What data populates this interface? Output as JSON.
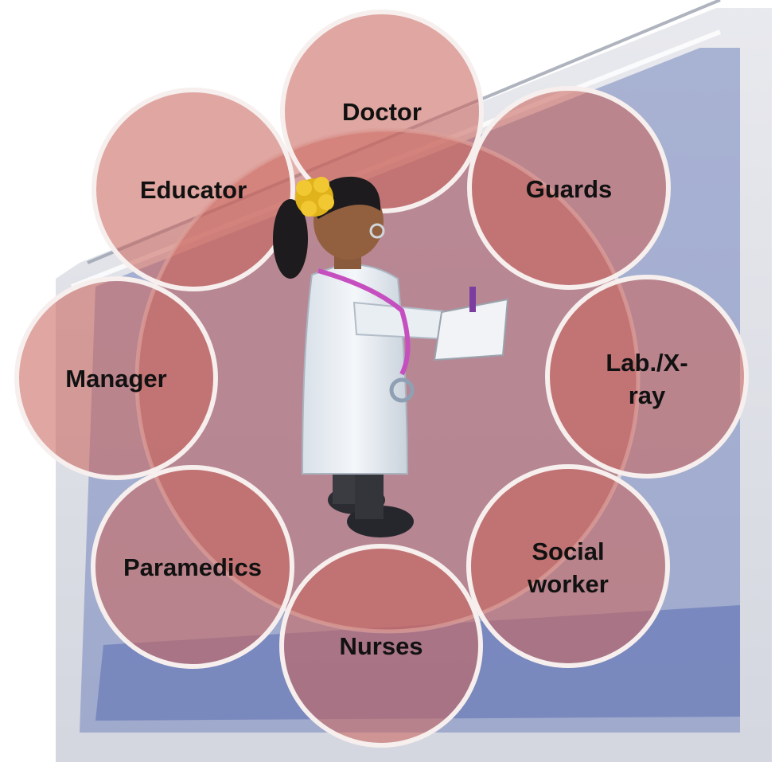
{
  "diagram": {
    "colors": {
      "bubble_fill": "#c9665d",
      "bubble_stroke": "#f6efed",
      "hub_fill": "#c95f56",
      "background_sign_blue": "#6f7fb8",
      "background_sign_panel": "#d9dbe3",
      "label_color": "#111111"
    },
    "nodes": [
      {
        "id": "doctor",
        "lines": [
          "Doctor"
        ]
      },
      {
        "id": "guards",
        "lines": [
          "Guards"
        ]
      },
      {
        "id": "lab-x-ray",
        "lines": [
          "Lab./X-",
          "ray"
        ]
      },
      {
        "id": "social-worker",
        "lines": [
          "Social",
          "worker"
        ]
      },
      {
        "id": "nurses",
        "lines": [
          "Nurses"
        ]
      },
      {
        "id": "paramedics",
        "lines": [
          "Paramedics"
        ]
      },
      {
        "id": "manager",
        "lines": [
          "Manager"
        ]
      },
      {
        "id": "educator",
        "lines": [
          "Educator"
        ]
      }
    ],
    "center_figure": "doctor-character"
  }
}
